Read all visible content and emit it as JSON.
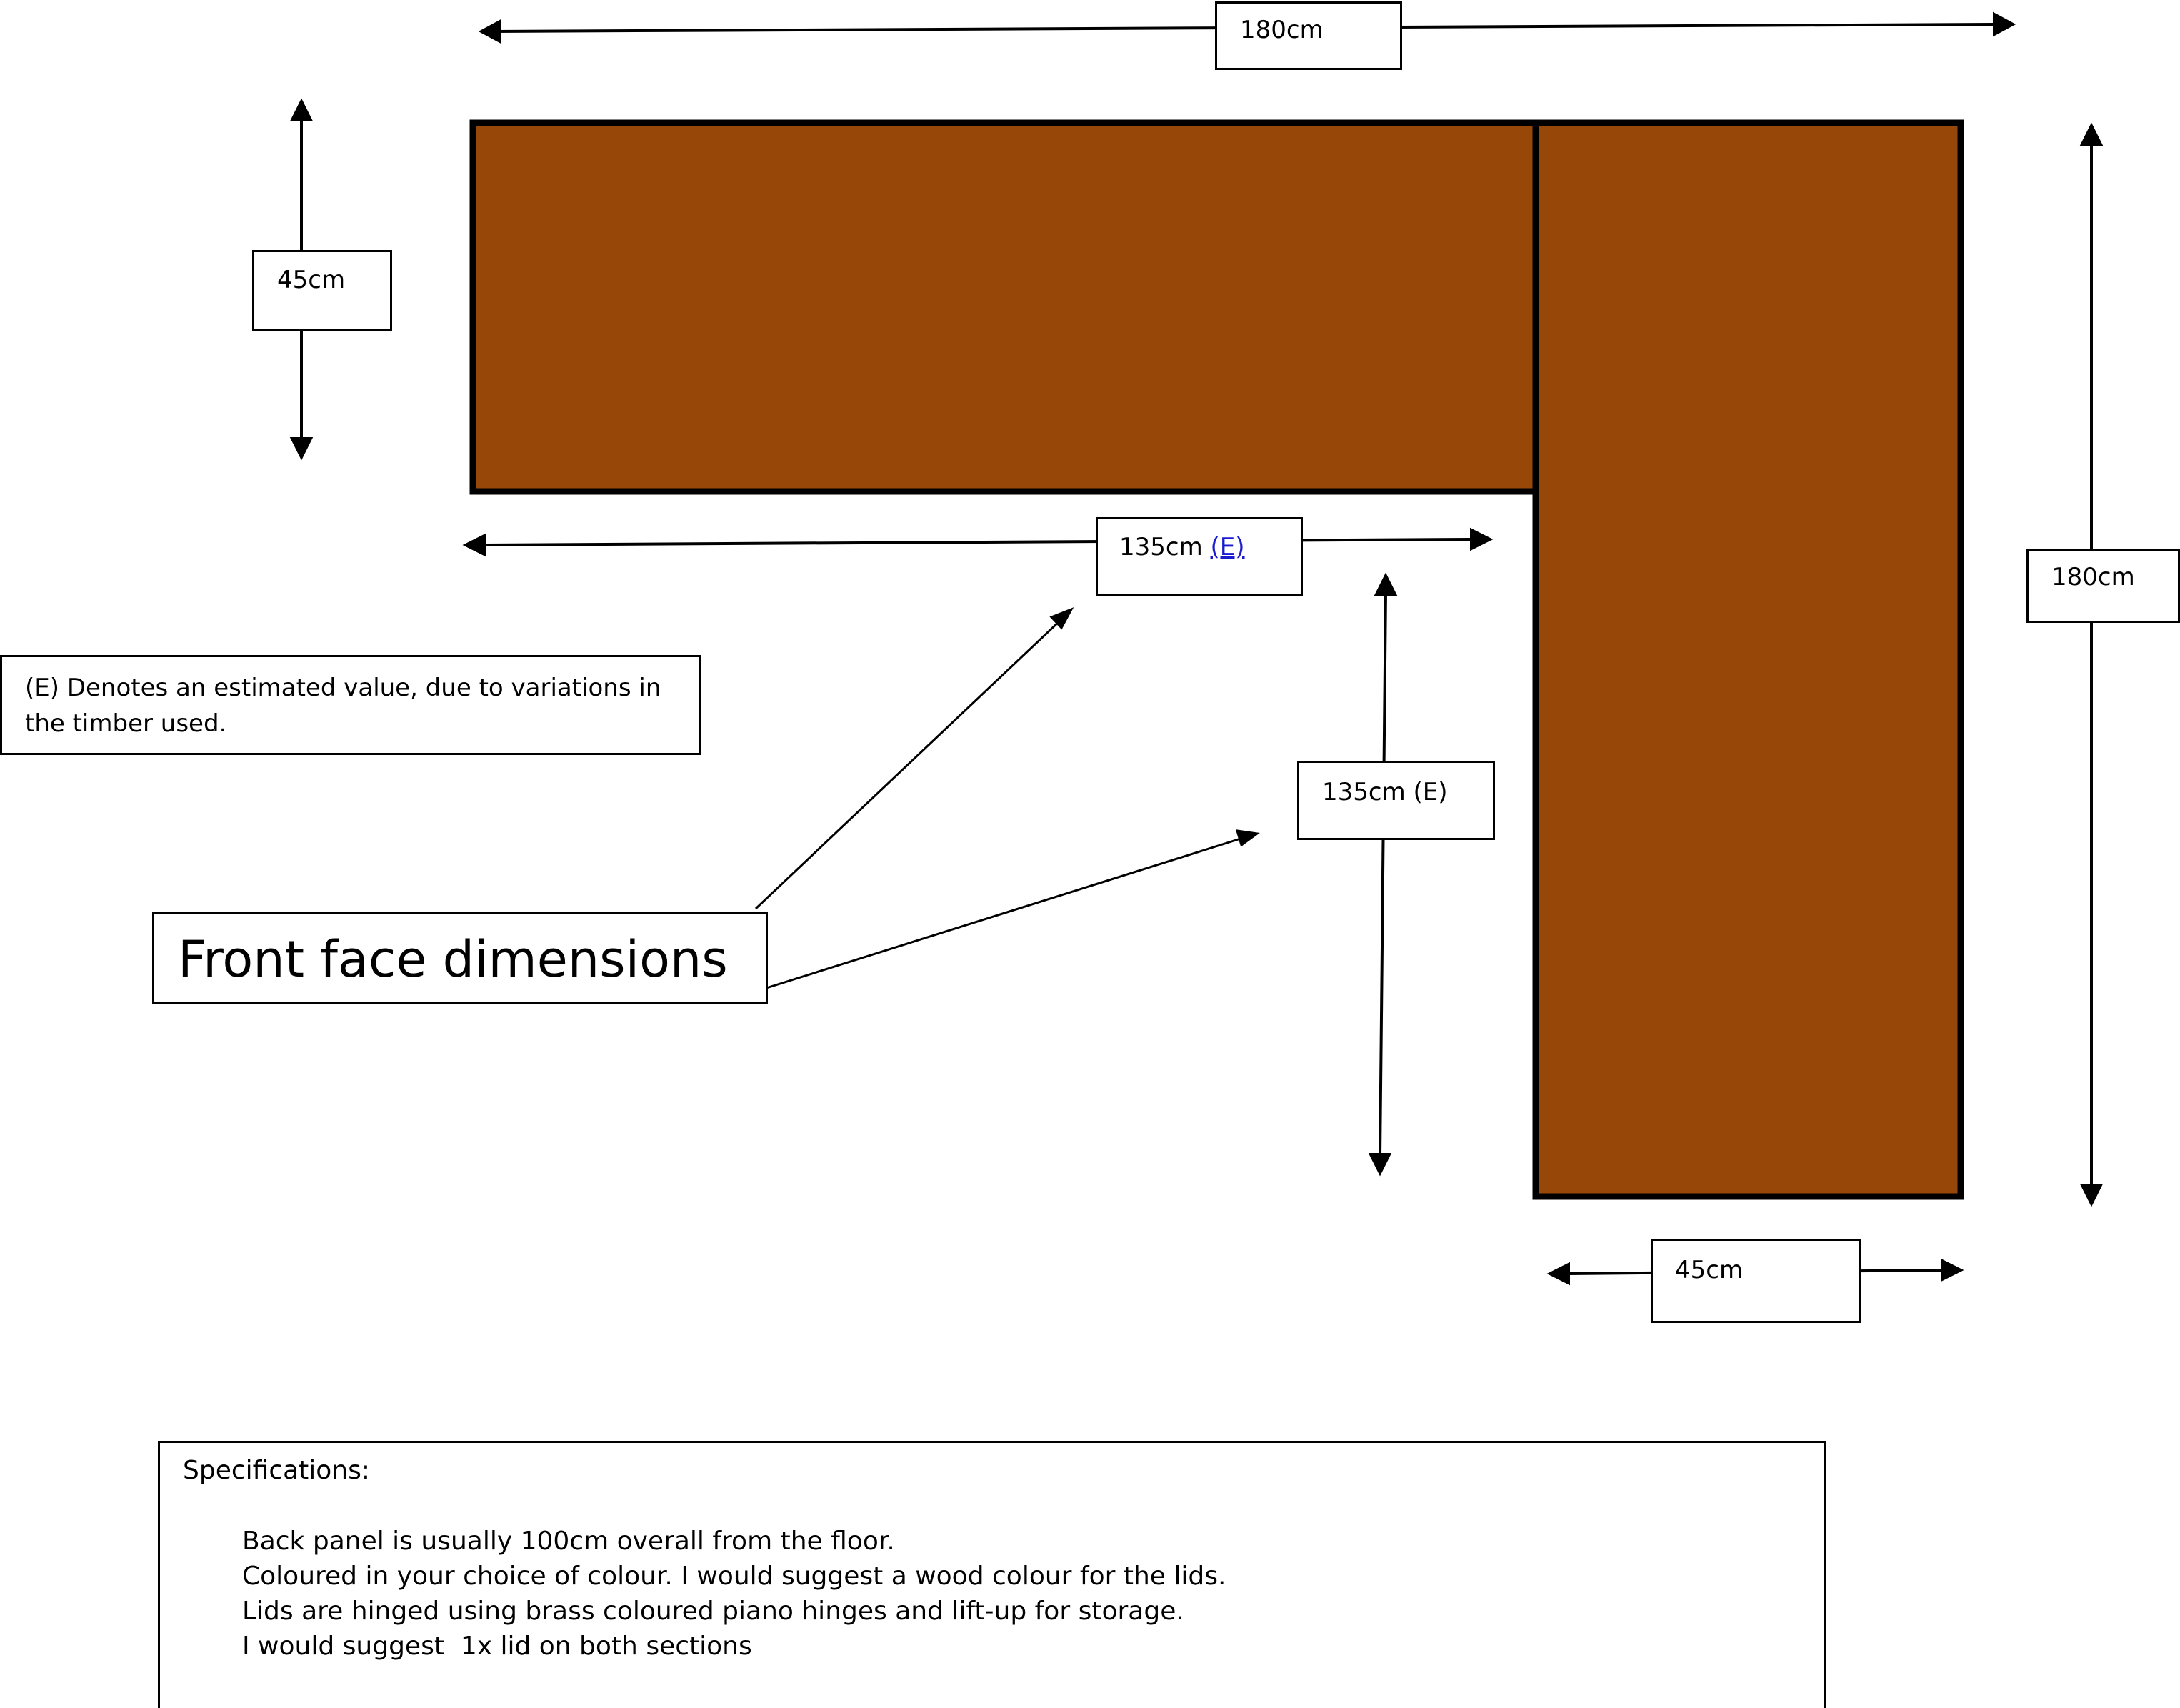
{
  "colors": {
    "wood": "#974808",
    "outline": "#000000",
    "link": "#1a1ad0"
  },
  "dimensions": {
    "top_width": "180cm",
    "left_depth": "45cm",
    "inner_top_length": "135cm",
    "inner_top_estimate_marker": "(E)",
    "right_height": "180cm",
    "inner_side_length": "135cm (E)",
    "bottom_depth": "45cm"
  },
  "estimate_note": "(E) Denotes an estimated value, due to variations in the timber used.",
  "callout": "Front face dimensions",
  "specifications": {
    "title": "Specifications:",
    "lines": [
      "Back panel is usually 100cm overall from the floor.",
      "Coloured in your choice of colour. I would suggest a wood colour for the lids.",
      "Lids are hinged using brass coloured piano hinges and lift-up for storage.",
      "I would suggest  1x lid on both sections"
    ]
  }
}
